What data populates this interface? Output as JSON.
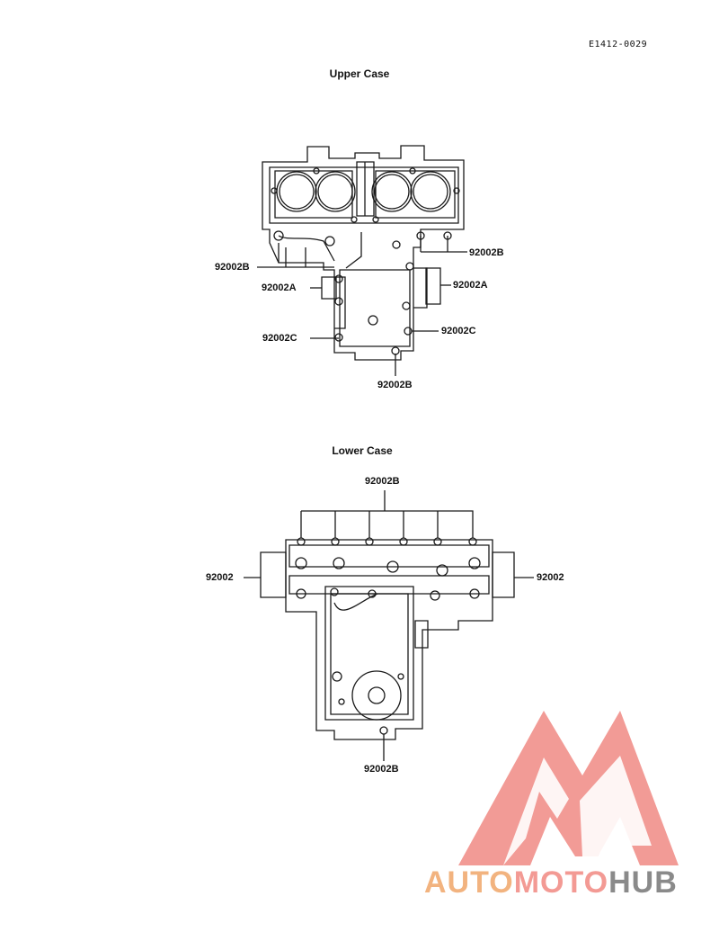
{
  "doc_code": "E1412-0029",
  "upper": {
    "title": "Upper Case",
    "labels": {
      "left_top": "92002B",
      "left_mid": "92002A",
      "left_low": "92002C",
      "right_top": "92002B",
      "right_mid": "92002A",
      "right_low": "92002C",
      "bottom": "92002B"
    }
  },
  "lower": {
    "title": "Lower Case",
    "labels": {
      "top": "92002B",
      "left": "92002",
      "right": "92002",
      "bottom": "92002B"
    }
  },
  "watermark": {
    "part1": "AUTO",
    "part2": "MOTO",
    "part3": "HUB",
    "colors": {
      "auto": "#f2b37f",
      "moto": "#f39a94",
      "hub": "#8a8a8a",
      "logo": "#f08a84"
    }
  }
}
